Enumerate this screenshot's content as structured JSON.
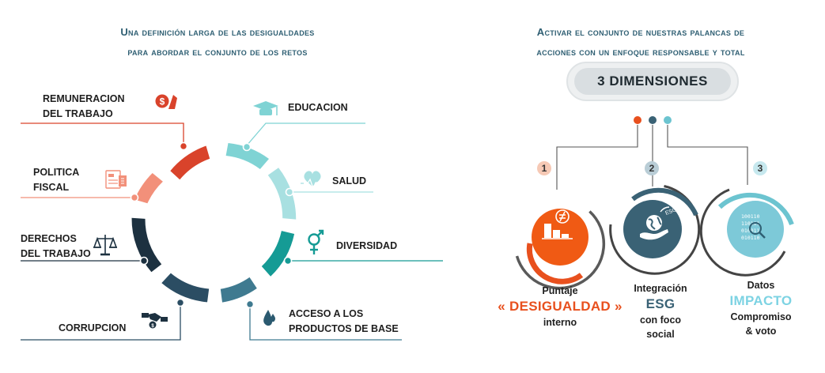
{
  "left_panel": {
    "heading_line1": "Una definición larga de las desigualdades",
    "heading_line2": "para abordar el conjunto de los retos",
    "segments": [
      {
        "line1": "REMUNERACION",
        "line2": "DEL TRABAJO",
        "icon": "money-hand-icon",
        "color": "#d9432b"
      },
      {
        "line1": "EDUCACION",
        "line2": "",
        "icon": "graduation-cap-icon",
        "color": "#7fd3d4"
      },
      {
        "line1": "SALUD",
        "line2": "",
        "icon": "heart-pulse-icon",
        "color": "#a8e0e1"
      },
      {
        "line1": "DIVERSIDAD",
        "line2": "",
        "icon": "gender-icon",
        "color": "#159b95"
      },
      {
        "line1": "ACCESO A LOS",
        "line2": "PRODUCTOS DE BASE",
        "icon": "water-drop-icon",
        "color": "#3f7a90"
      },
      {
        "line1": "CORRUPCION",
        "line2": "",
        "icon": "handshake-money-icon",
        "color": "#2b4d63"
      },
      {
        "line1": "DERECHOS",
        "line2": "DEL TRABAJO",
        "icon": "scales-icon",
        "color": "#1d3140"
      },
      {
        "line1": "POLITICA",
        "line2": "FISCAL",
        "icon": "tax-document-icon",
        "color": "#f2907a"
      }
    ]
  },
  "right_panel": {
    "heading_line1": "Activar el conjunto de nuestras palancas de",
    "heading_line2": "acciones con un enfoque responsable y total",
    "dimensions_title": "3 DIMENSIONES",
    "dot_colors": [
      "#e8501e",
      "#3a6275",
      "#6cc4d0"
    ],
    "dimensions": [
      {
        "number": "1",
        "badge_color": "#f6c9b5",
        "circle_color": "#f05a14",
        "ring_color": "#e8501e",
        "icon": "not-equal-bars-icon",
        "caption_top": "Puntaje",
        "caption_big": "« DESIGUALDAD »",
        "caption_bottom": "interno",
        "caption_bottom2": "",
        "big_color": "#e8501e"
      },
      {
        "number": "2",
        "badge_color": "#b9cdd6",
        "circle_color": "#3a6275",
        "ring_color": "#3a6275",
        "icon": "esg-globe-hand-icon",
        "icon_text": "ESG",
        "caption_top": "Integración",
        "caption_big": "ESG",
        "caption_bottom": "con foco",
        "caption_bottom2": "social",
        "big_color": "#3a6275"
      },
      {
        "number": "3",
        "badge_color": "#c6e8ee",
        "circle_color": "#7dc9d8",
        "ring_color": "#6cc4d0",
        "icon": "binary-magnifier-icon",
        "binary_rows": [
          "100110",
          "110101",
          "010011",
          "010110"
        ],
        "caption_top": "Datos",
        "caption_big": "IMPACTO",
        "caption_bottom": "Compromiso",
        "caption_bottom2": "& voto",
        "big_color": "#7dd3e3"
      }
    ]
  }
}
